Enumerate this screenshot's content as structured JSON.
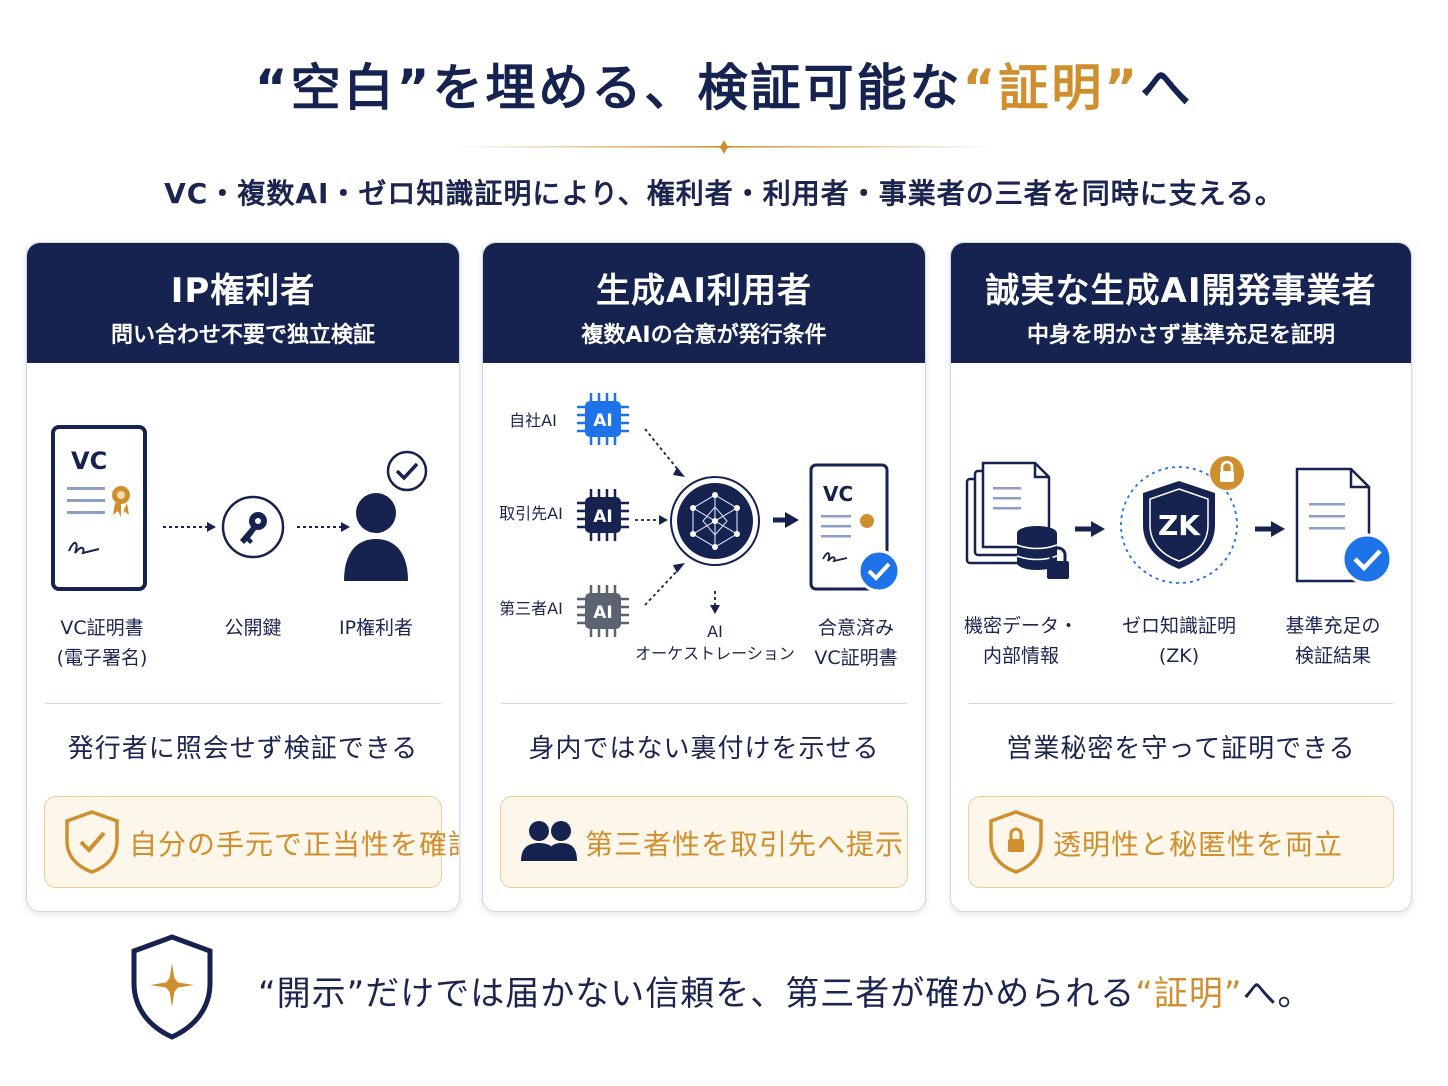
{
  "title": {
    "q_open1": "“",
    "w1": "空白",
    "q_close1": "”",
    "w2": "を埋める、検証可能な",
    "q_open2": "“",
    "w3": "証明",
    "q_close2": "”",
    "w4": "へ"
  },
  "subtitle": "VC・複数AI・ゼロ知識証明により、権利者・利用者・事業者の三者を同時に支える。",
  "colors": {
    "navy": "#16224f",
    "gold": "#cf8f2e",
    "badge_bg": "#fdf6ea",
    "ai_blue": "#1e73e8",
    "gray": "#5b6270"
  },
  "panels": [
    {
      "title": "IP権利者",
      "subtitle": "問い合わせ不要で独立検証",
      "icon_labels": {
        "vc_text": "VC",
        "cert": "VC証明書",
        "cert_sub": "(電子署名)",
        "key": "公開鍵",
        "holder": "IP権利者"
      },
      "icons": [
        "vc-document-icon",
        "key-icon",
        "person-icon",
        "check-icon"
      ],
      "statement": "発行者に照会せず検証できる",
      "badge_text": "自分の手元で正当性を確認",
      "badge_icon": "shield-check-icon"
    },
    {
      "title": "生成AI利用者",
      "subtitle": "複数AIの合意が発行条件",
      "icon_labels": {
        "own_ai": "自社AI",
        "partner_ai": "取引先AI",
        "third_ai": "第三者AI",
        "chip": "AI",
        "vc_text": "VC",
        "orch1": "AI",
        "orch2": "オーケストレーション",
        "agreed1": "合意済み",
        "agreed2": "VC証明書"
      },
      "icons": [
        "ai-chip-icon",
        "network-hub-icon",
        "vc-document-icon",
        "check-icon"
      ],
      "statement": "身内ではない裏付けを示せる",
      "badge_text": "第三者性を取引先へ提示",
      "badge_icon": "people-icon"
    },
    {
      "title": "誠実な生成AI開発事業者",
      "subtitle": "中身を明かさず基準充足を証明",
      "icon_labels": {
        "data1": "機密データ・",
        "data2": "内部情報",
        "zk1": "ゼロ知識証明",
        "zk2": "(ZK)",
        "zk_text": "ZK",
        "result1": "基準充足の",
        "result2": "検証結果"
      },
      "icons": [
        "documents-database-icon",
        "lock-icon",
        "zk-shield-icon",
        "result-document-icon"
      ],
      "statement": "営業秘密を守って証明できる",
      "badge_text": "透明性と秘匿性を両立",
      "badge_icon": "shield-lock-icon"
    }
  ],
  "footer": {
    "q_open1": "“",
    "w1": "開示",
    "q_close1": "”",
    "w2": "だけでは届かない信頼を、第三者が確かめられる",
    "q_open2": "“",
    "w3": "証明",
    "q_close2": "”",
    "w4": "へ。"
  }
}
